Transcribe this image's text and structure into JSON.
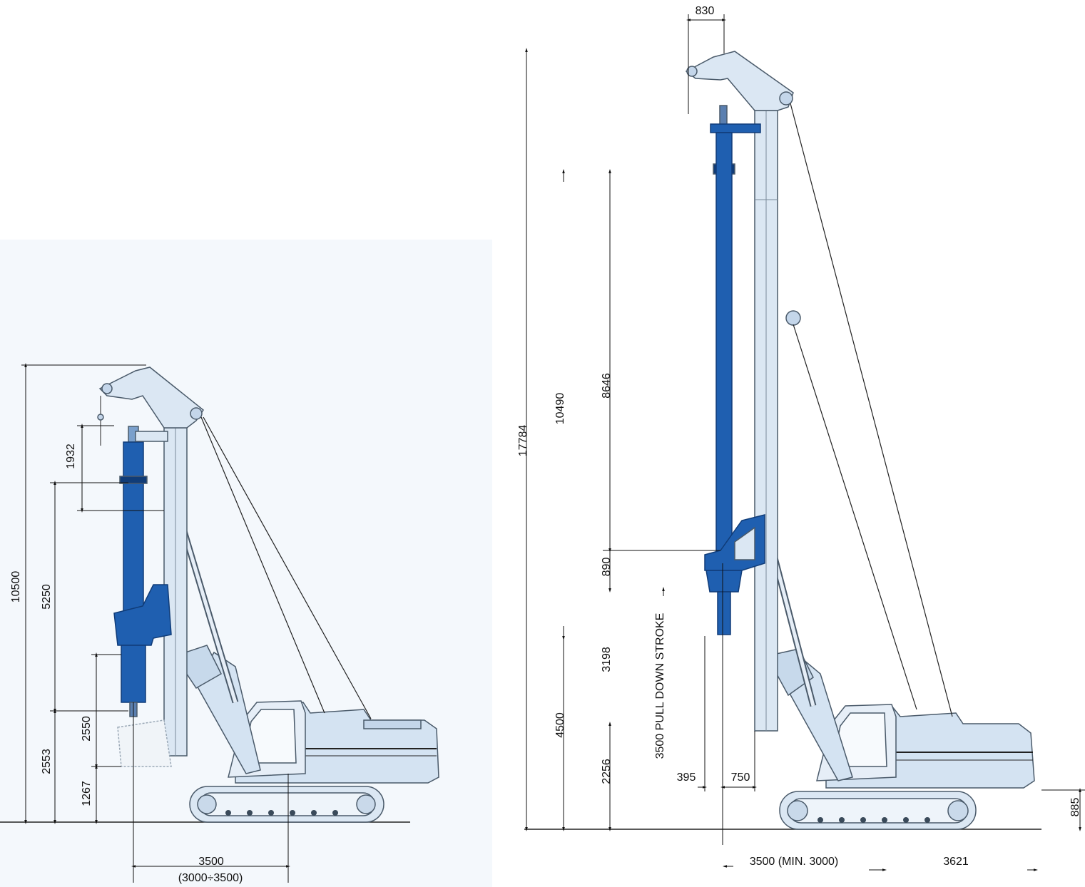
{
  "colors": {
    "mast": "#dbe7f3",
    "mast_stroke": "#5a6a7a",
    "kelly": "#1f5fb0",
    "kelly_dark": "#103c78",
    "body": "#cfe0f0",
    "line": "#222222",
    "panel": "#f4f8fc"
  },
  "left": {
    "dims": {
      "total_height": "10500",
      "d1932": "1932",
      "d5250": "5250",
      "d2550": "2550",
      "d2553": "2553",
      "d1267": "1267",
      "radius": "3500",
      "radius_range": "(3000÷3500)"
    }
  },
  "right": {
    "dims": {
      "top_width": "830",
      "total_height": "17784",
      "d10490": "10490",
      "d8646": "8646",
      "d890": "890",
      "d3198": "3198",
      "d4500": "4500",
      "d2256": "2256",
      "pull_down": "3500 PULL DOWN STROKE",
      "d395": "395",
      "d750": "750",
      "d885": "885",
      "radius": "3500 (MIN. 3000)",
      "tail": "3621"
    }
  }
}
